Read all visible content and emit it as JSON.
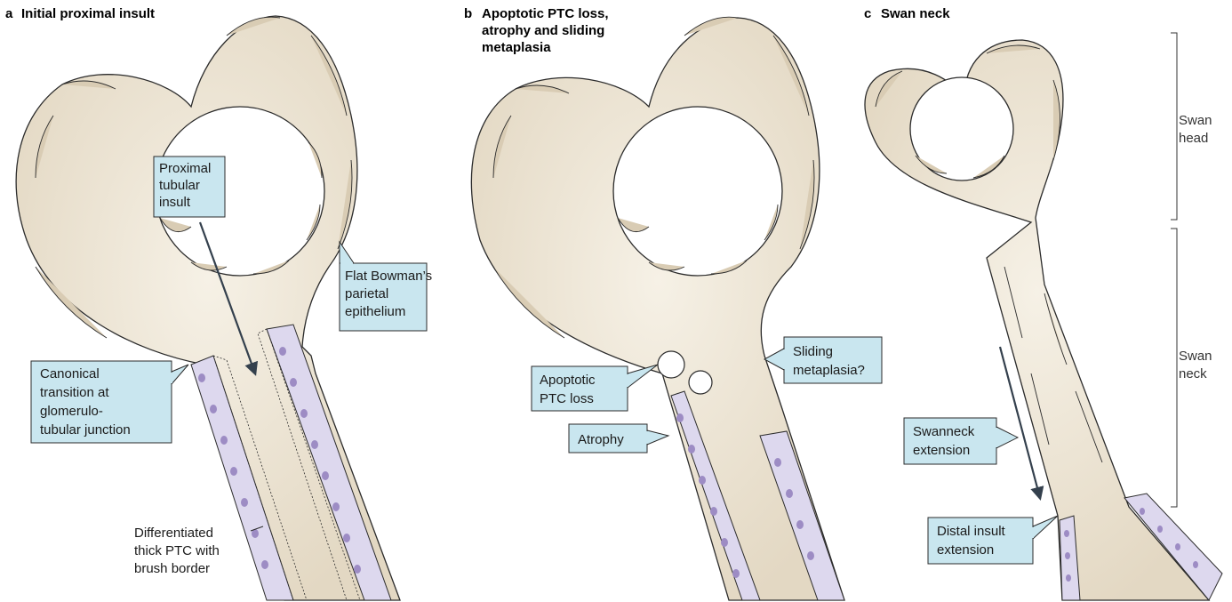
{
  "panels": [
    {
      "letter": "a",
      "title_lines": [
        "Initial proximal insult"
      ]
    },
    {
      "letter": "b",
      "title_lines": [
        "Apoptotic PTC loss,",
        "atrophy and sliding",
        "metaplasia"
      ]
    },
    {
      "letter": "c",
      "title_lines": [
        "Swan neck"
      ]
    }
  ],
  "callouts": {
    "proximal_insult": [
      "Proximal",
      "tubular",
      "insult"
    ],
    "bowman": [
      "Flat Bowman’s",
      "parietal",
      "epithelium"
    ],
    "canonical": [
      "Canonical",
      "transition at",
      "glomerulo-",
      "tubular junction"
    ],
    "apoptotic": [
      "Apoptotic",
      "PTC loss"
    ],
    "atrophy": [
      "Atrophy"
    ],
    "sliding": [
      "Sliding",
      "metaplasia?"
    ],
    "swanneck_ext": [
      "Swanneck",
      "extension"
    ],
    "distal_ext": [
      "Distal insult",
      "extension"
    ]
  },
  "labels": {
    "differentiated": [
      "Differentiated",
      "thick PTC with",
      "brush border"
    ],
    "swan_head": [
      "Swan",
      "head"
    ],
    "swan_neck": [
      "Swan",
      "neck"
    ]
  },
  "colors": {
    "capsule_fill": "#e8dfcf",
    "parietal_cell": "#d9ccb4",
    "cuboidal_cell": "#ddd8ee",
    "nucleus": "#9d8cc4",
    "callout_fill": "#c9e6ef",
    "outline": "#2b2b2b",
    "arrow": "#34404d"
  }
}
